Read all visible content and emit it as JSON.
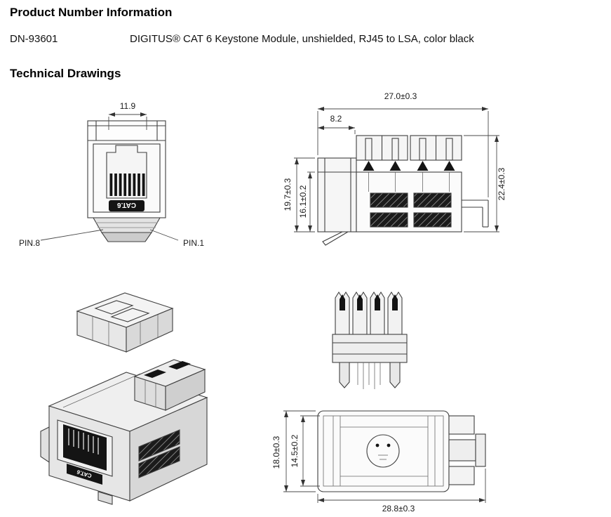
{
  "page": {
    "product_info_title": "Product Number Information",
    "product_number": "DN-93601",
    "product_description": "DIGITUS® CAT 6 Keystone Module, unshielded, RJ45 to LSA, color black",
    "drawings_title": "Technical Drawings"
  },
  "drawings": {
    "front_view": {
      "dim_width": "11.9",
      "pin8_label": "PIN.8",
      "pin1_label": "PIN.1",
      "cat_label": "CAT.6"
    },
    "side_view": {
      "dim_overall_width": "27.0±0.3",
      "dim_offset": "8.2",
      "dim_height_housing": "19.7±0.3",
      "dim_height_inner": "16.1±0.2",
      "dim_height_overall": "22.4±0.3"
    },
    "iso_view": {
      "cat_label": "CAT.6"
    },
    "bottom_view": {
      "dim_height_overall": "18.0±0.3",
      "dim_height_inner": "14.5±0.2",
      "dim_length": "28.8±0.3"
    }
  }
}
